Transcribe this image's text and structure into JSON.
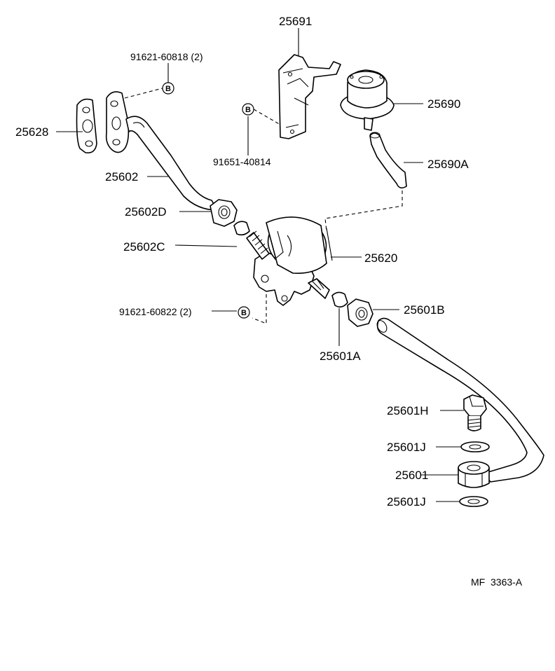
{
  "labels": {
    "p25691": "25691",
    "p91621_60818": "91621-60818 (2)",
    "p25690": "25690",
    "p25628": "25628",
    "p91651_40814": "91651-40814",
    "p25690A": "25690A",
    "p25602": "25602",
    "p25602D": "25602D",
    "p25602C": "25602C",
    "p25620": "25620",
    "p91621_60822": "91621-60822 (2)",
    "p25601B": "25601B",
    "p25601A": "25601A",
    "p25601H": "25601H",
    "p25601J_top": "25601J",
    "p25601": "25601",
    "p25601J_bottom": "25601J"
  },
  "ref_marker": "B",
  "diagram_code": "MF  3363-A"
}
